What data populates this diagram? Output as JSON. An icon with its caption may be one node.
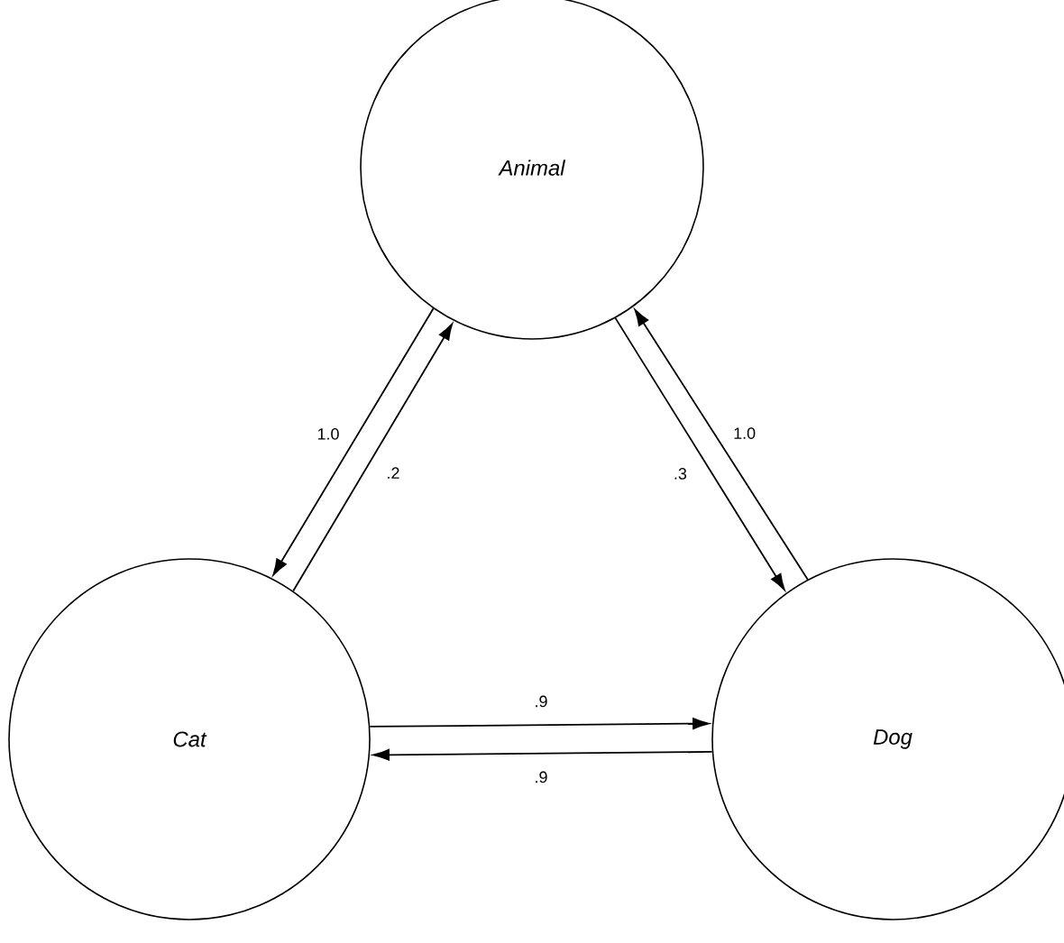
{
  "diagram": {
    "nodes": [
      {
        "text": [
          "Animal"
        ]
      },
      {
        "text": [
          "Cat"
        ]
      },
      {
        "text": [
          "Dog"
        ]
      }
    ],
    "edges": [
      {
        "from": 0,
        "to": 1,
        "arrow": "to",
        "label": "1.0"
      },
      {
        "from": 1,
        "to": 0,
        "arrow": "to",
        "label": ".2"
      },
      {
        "from": 0,
        "to": 2,
        "arrow": "to",
        "label": ".3"
      },
      {
        "from": 2,
        "to": 0,
        "arrow": "to",
        "label": "1.0"
      },
      {
        "from": 1,
        "to": 2,
        "arrow": "to",
        "label": ".9"
      },
      {
        "from": 2,
        "to": 1,
        "arrow": "to",
        "label": ".9"
      }
    ]
  }
}
